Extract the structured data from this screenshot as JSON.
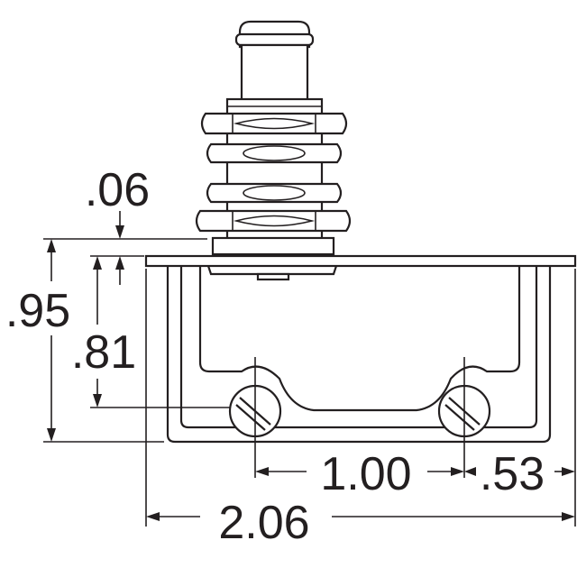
{
  "dimensions": {
    "d_06": ".06",
    "d_95": ".95",
    "d_81": ".81",
    "d_100": "1.00",
    "d_53": ".53",
    "d_206": "2.06"
  },
  "colors": {
    "line": "#231f20",
    "background": "#ffffff"
  }
}
